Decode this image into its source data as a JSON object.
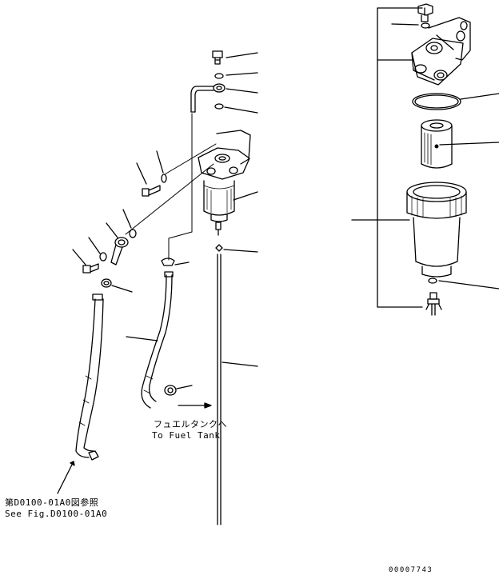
{
  "labels": {
    "fuel_tank_jp": "フュエルタンクへ",
    "fuel_tank_en": "To Fuel Tank",
    "see_fig_jp": "第D0100-01A0図参照",
    "see_fig_en": "See Fig.D0100-01A0",
    "drawing_number": "00007743"
  },
  "colors": {
    "ink": "#000000",
    "paper": "#ffffff"
  }
}
